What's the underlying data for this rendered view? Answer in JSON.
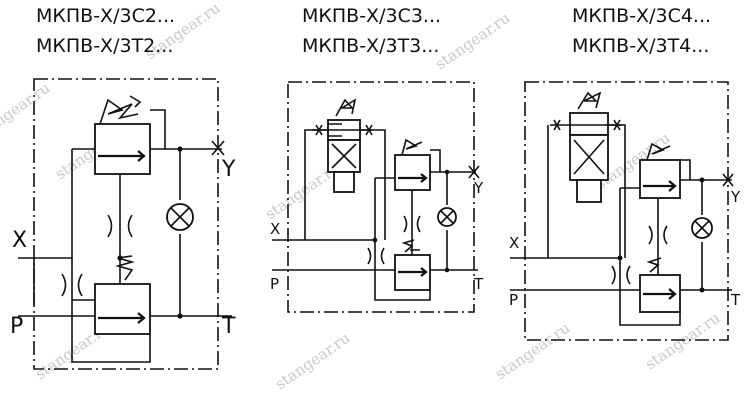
{
  "diagrams": [
    {
      "title_line1": "МКПВ-Х/3С2...",
      "title_line2": "МКПВ-Х/3Т2...",
      "ports": {
        "x": "X",
        "y": "Y",
        "p": "P",
        "t": "T"
      }
    },
    {
      "title_line1": "МКПВ-Х/3С3...",
      "title_line2": "МКПВ-Х/3Т3...",
      "ports": {
        "x": "X",
        "y": "Y",
        "p": "P",
        "t": "T"
      }
    },
    {
      "title_line1": "МКПВ-Х/3С4...",
      "title_line2": "МКПВ-Х/3Т4...",
      "ports": {
        "x": "X",
        "y": "Y",
        "p": "P",
        "t": "T"
      }
    }
  ],
  "watermark": "stangear.ru",
  "icons": [
    "relief-valve-icon",
    "spring-icon",
    "throttle-icon",
    "pressure-gauge-icon",
    "solenoid-valve-icon",
    "plug-icon"
  ]
}
